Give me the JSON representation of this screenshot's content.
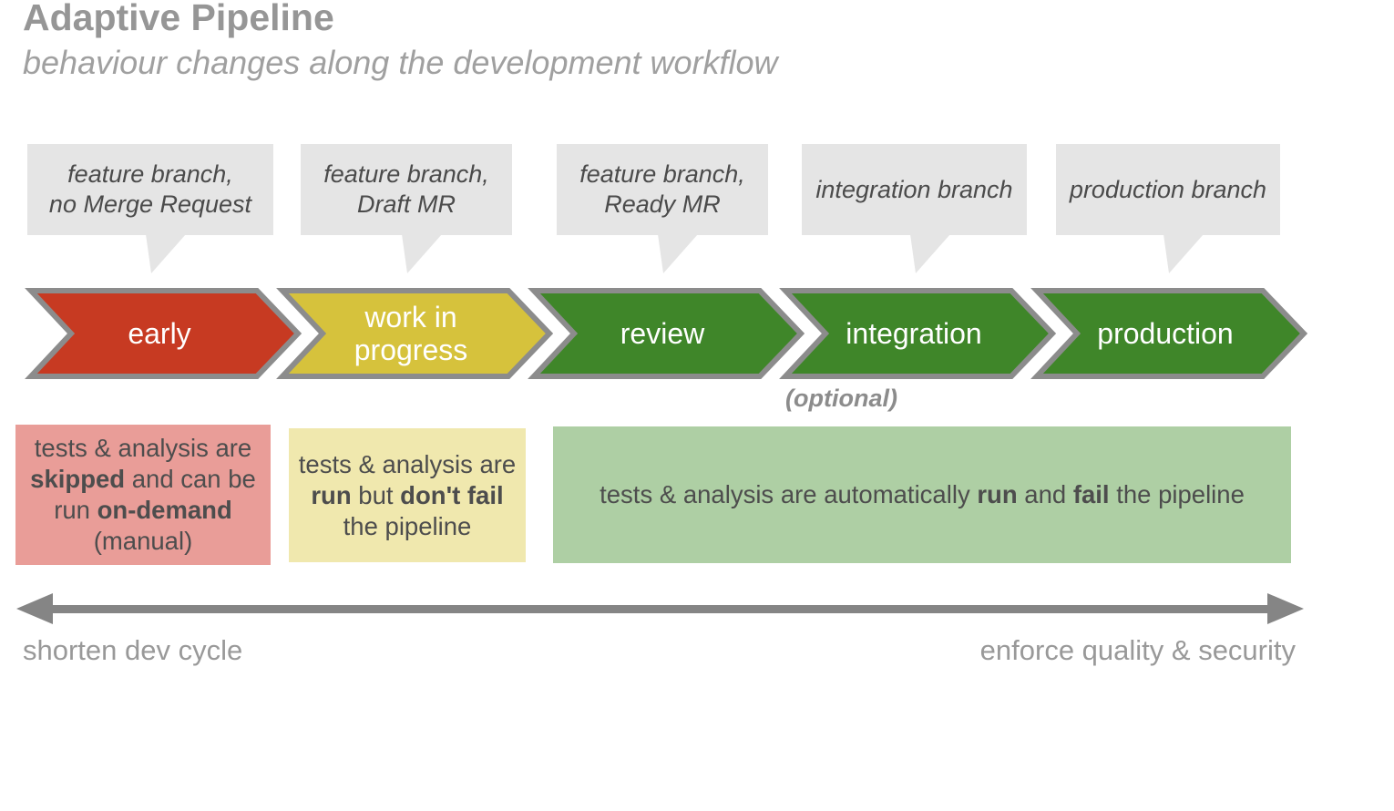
{
  "header": {
    "title": "Adaptive Pipeline",
    "subtitle": "behaviour changes along the development workflow"
  },
  "branch_bubbles": [
    {
      "label": "feature branch,\nno Merge Request"
    },
    {
      "label": "feature branch,\nDraft MR"
    },
    {
      "label": "feature branch,\nReady MR"
    },
    {
      "label": "integration branch"
    },
    {
      "label": "production branch"
    }
  ],
  "stages": [
    {
      "label": "early",
      "color": "#c73a22"
    },
    {
      "label": "work in\nprogress",
      "color": "#d6c23c"
    },
    {
      "label": "review",
      "color": "#3f8629"
    },
    {
      "label": "integration",
      "color": "#3f8629",
      "note": "(optional)"
    },
    {
      "label": "production",
      "color": "#3f8629"
    }
  ],
  "stage_border_color": "#8c8c8c",
  "bubble_color": "#e5e5e5",
  "behavior_boxes": [
    {
      "color": "#e99d98",
      "segments": [
        {
          "t": "tests & analysis are\n"
        },
        {
          "t": "skipped",
          "b": true
        },
        {
          "t": " and can be\nrun "
        },
        {
          "t": "on-demand",
          "b": true
        },
        {
          "t": "\n(manual)"
        }
      ]
    },
    {
      "color": "#f0e8ae",
      "segments": [
        {
          "t": "tests & analysis are\n"
        },
        {
          "t": "run",
          "b": true
        },
        {
          "t": " but "
        },
        {
          "t": "don't fail",
          "b": true
        },
        {
          "t": "\nthe pipeline"
        }
      ]
    },
    {
      "color": "#aecfa4",
      "segments": [
        {
          "t": "tests & analysis are automatically "
        },
        {
          "t": "run",
          "b": true
        },
        {
          "t": " and "
        },
        {
          "t": "fail",
          "b": true
        },
        {
          "t": " the pipeline"
        }
      ]
    }
  ],
  "axis": {
    "left_label": "shorten dev cycle",
    "right_label": "enforce quality & security",
    "color": "#858585"
  }
}
